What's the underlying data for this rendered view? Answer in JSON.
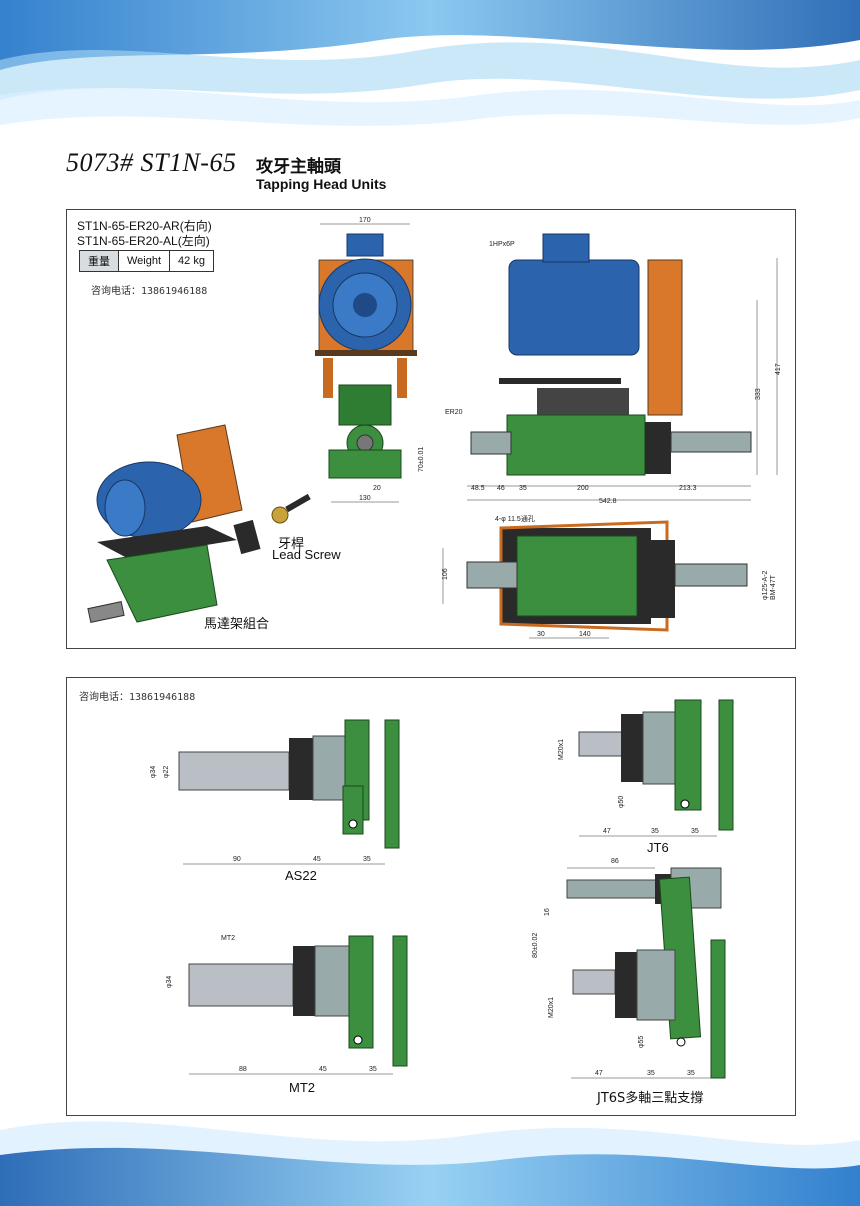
{
  "header": {
    "model_title": "5073# ST1N-65",
    "title_cn": "攻牙主軸頭",
    "title_en": "Tapping Head Units"
  },
  "top_panel": {
    "model_right": "ST1N-65-ER20-AR(右向)",
    "model_left": "ST1N-65-ER20-AL(左向)",
    "weight_table": {
      "label_cn": "重量",
      "label_en": "Weight",
      "value": "42 kg"
    },
    "contact": "咨询电话：13861946188",
    "lead_screw_cn": "牙桿",
    "lead_screw_en": "Lead Screw",
    "motor_assembly": "馬達架組合",
    "dims": {
      "width_170": "170",
      "width_130": "130",
      "d_70": "70±0.01",
      "d_20": "20",
      "d_1hp": "1HPx6P",
      "d_er20": "ER20",
      "d_333": "333",
      "d_417": "417",
      "d_485": "48.5",
      "d_46": "46",
      "d_35": "35",
      "d_200": "200",
      "d_2133": "213.3",
      "d_5428": "542.8",
      "d_holes": "4-φ 11.5通孔",
      "d_106": "106",
      "d_30": "30",
      "d_140": "140",
      "d_pulley": "φ125-A-2",
      "d_belt": "BM-47T"
    }
  },
  "bottom_panel": {
    "contact": "咨询电话：13861946188",
    "as22": {
      "label": "AS22",
      "d1": "90",
      "d2": "45",
      "d3": "35",
      "dia1": "φ34",
      "dia2": "φ22"
    },
    "jt6": {
      "label": "JT6",
      "d1": "47",
      "d2": "35",
      "d3": "35",
      "m": "M20x1",
      "dia": "φ50"
    },
    "mt2": {
      "label": "MT2",
      "note": "MT2",
      "d1": "88",
      "d2": "45",
      "d3": "35",
      "dia": "φ34"
    },
    "jt6s": {
      "label": "JT6S多軸三點支撐",
      "top": "86",
      "center": "80±0.02",
      "dia16": "16",
      "m": "M20x1",
      "dia55": "φ55",
      "d1": "47",
      "d2": "35",
      "d3": "35"
    }
  }
}
